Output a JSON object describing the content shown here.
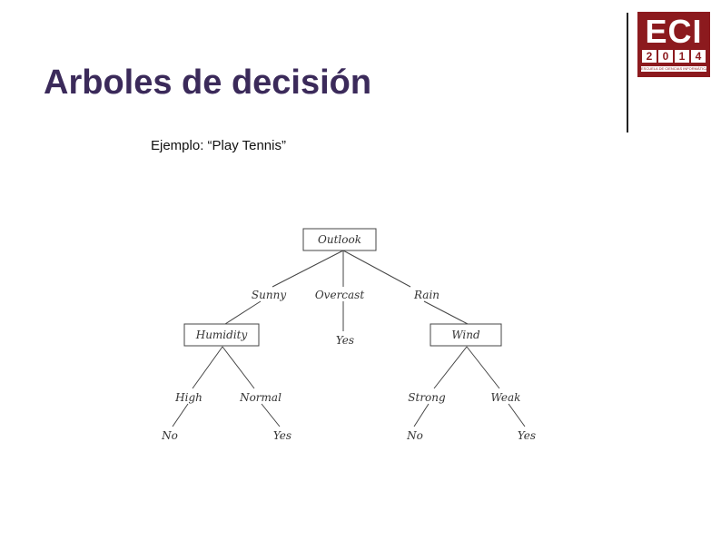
{
  "slide": {
    "title": "Arboles de decisión",
    "subtitle": "Ejemplo: “Play Tennis”"
  },
  "logo": {
    "main": "ECI",
    "year": [
      "2",
      "0",
      "1",
      "4"
    ],
    "tagline": "ESCUELA DE CIENCIAS INFORMÁTICAS",
    "brand_color": "#8c1a1e"
  },
  "tree": {
    "root": "Outlook",
    "branches": [
      {
        "label": "Sunny",
        "node": "Humidity",
        "children": [
          {
            "label": "High",
            "leaf": "No"
          },
          {
            "label": "Normal",
            "leaf": "Yes"
          }
        ]
      },
      {
        "label": "Overcast",
        "leaf": "Yes"
      },
      {
        "label": "Rain",
        "node": "Wind",
        "children": [
          {
            "label": "Strong",
            "leaf": "No"
          },
          {
            "label": "Weak",
            "leaf": "Yes"
          }
        ]
      }
    ]
  },
  "colors": {
    "title": "#3b2a5a",
    "diagram_ink": "#333333"
  }
}
